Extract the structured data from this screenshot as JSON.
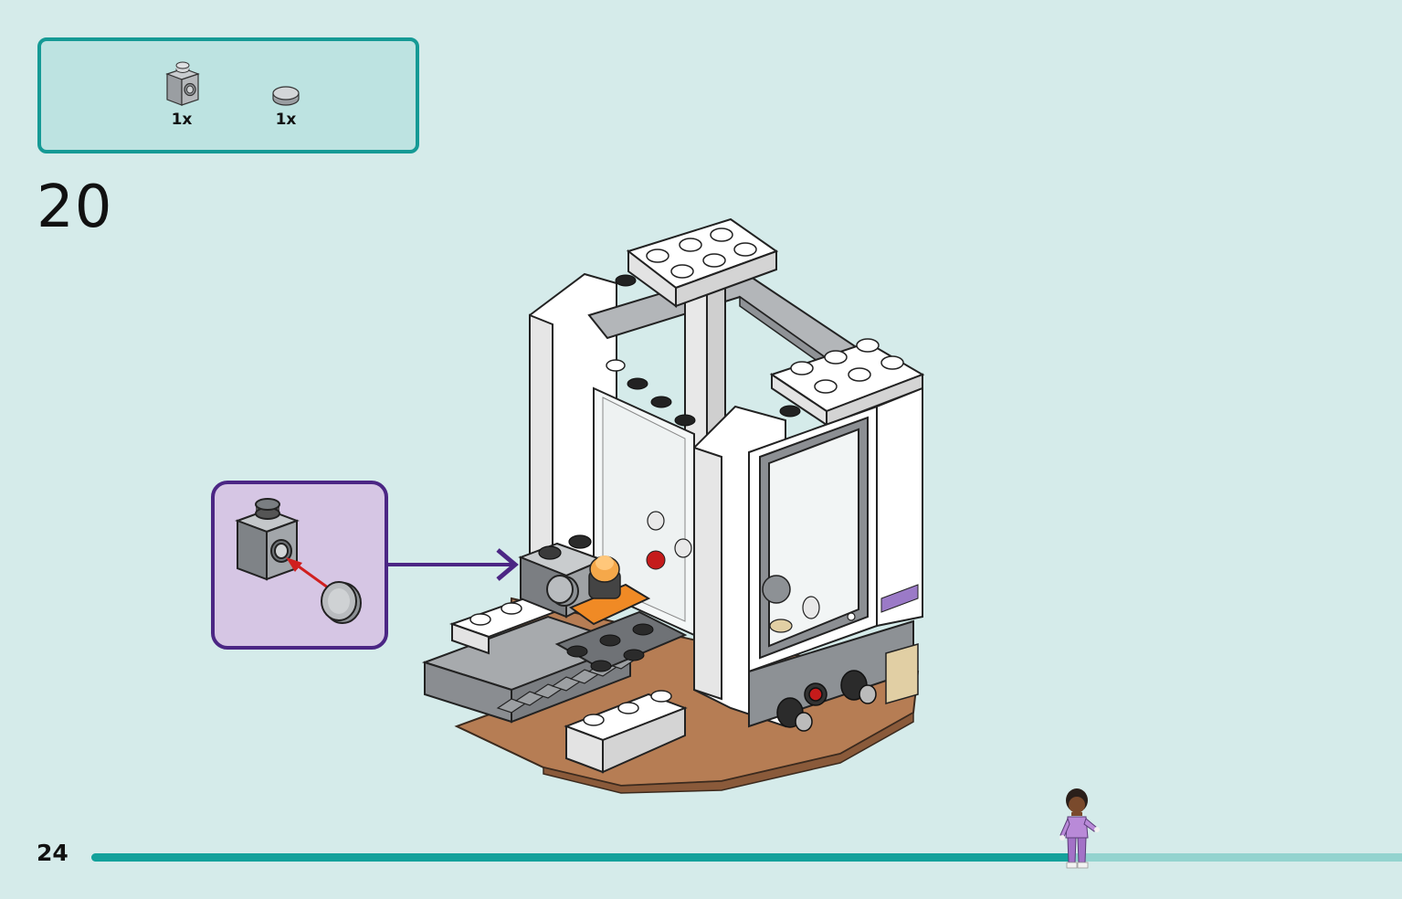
{
  "parts_list": {
    "items": [
      {
        "icon": "brick-1x1-with-stud-on-side-icon",
        "color": "#a0a5a9",
        "qty": "1x"
      },
      {
        "icon": "round-tile-1x1-icon",
        "color": "#a0a5a9",
        "qty": "1x"
      }
    ]
  },
  "step": {
    "number": "20"
  },
  "callout": {
    "icon": "attach-round-tile-to-side-stud-icon",
    "arrow_color": "#4b2684"
  },
  "model": {
    "icon": "booth-build-assembly-icon"
  },
  "footer": {
    "page_number": "24",
    "progress": 0.75,
    "progress_color": "#13a19b",
    "figure_icon": "minifigure-progress-marker-icon"
  }
}
